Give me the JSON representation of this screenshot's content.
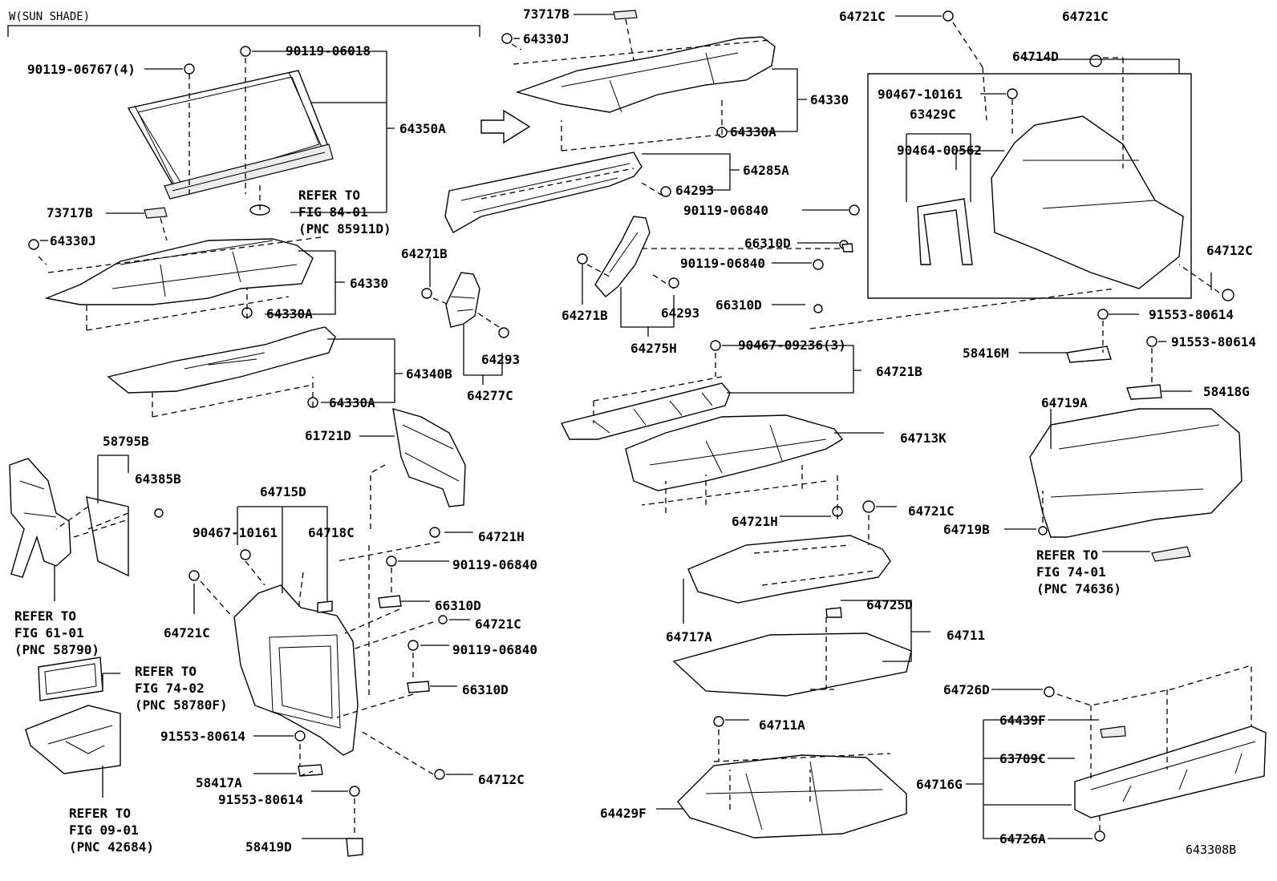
{
  "section_label": "W(SUN SHADE)",
  "figure_code": "643308B",
  "callouts": {
    "c_90119_06767": "90119-06767(4)",
    "c_90119_06018": "90119-06018",
    "c_64350A": "64350A",
    "c_refer_84": "REFER TO",
    "c_fig_84": "FIG 84-01",
    "c_pnc_85911D": "(PNC 85911D)",
    "c_73717B_l": "73717B",
    "c_64330J_l": "64330J",
    "c_64330_l": "64330",
    "c_64330A_l1": "64330A",
    "c_64340B": "64340B",
    "c_64330A_l2": "64330A",
    "c_58795B": "58795B",
    "c_64385B": "64385B",
    "c_refer_61": "REFER TO",
    "c_fig_61": "FIG 61-01",
    "c_pnc_58790": "(PNC 58790)",
    "c_refer_74_02": "REFER TO",
    "c_fig_74_02": "FIG 74-02",
    "c_pnc_58780F": "(PNC 58780F)",
    "c_refer_09": "REFER TO",
    "c_fig_09": "FIG 09-01",
    "c_pnc_42684": "(PNC 42684)",
    "c_73717B_t": "73717B",
    "c_64330J_t": "64330J",
    "c_64330_t": "64330",
    "c_64330A_t": "64330A",
    "c_64285A": "64285A",
    "c_64293_a": "64293",
    "c_64271B_a": "64271B",
    "c_64293_b": "64293",
    "c_64277C": "64277C",
    "c_61721D": "61721D",
    "c_64715D": "64715D",
    "c_90467_10161_a": "90467-10161",
    "c_64718C": "64718C",
    "c_64721C_a": "64721C",
    "c_64721H_a": "64721H",
    "c_90119_06840_a": "90119-06840",
    "c_66310D_a": "66310D",
    "c_64721C_b": "64721C",
    "c_90119_06840_b": "90119-06840",
    "c_66310D_b": "66310D",
    "c_91553_80614_a": "91553-80614",
    "c_58417A": "58417A",
    "c_64712C_a": "64712C",
    "c_91553_80614_b": "91553-80614",
    "c_58419D": "58419D",
    "c_90119_06840_c": "90119-06840",
    "c_66310D_c": "66310D",
    "c_90119_06840_d": "90119-06840",
    "c_64271B_b": "64271B",
    "c_64293_c": "64293",
    "c_66310D_d": "66310D",
    "c_64275H": "64275H",
    "c_90467_09236": "90467-09236(3)",
    "c_64721B": "64721B",
    "c_64713K": "64713K",
    "c_64721H_b": "64721H",
    "c_64721C_c": "64721C",
    "c_64717A": "64717A",
    "c_64725D": "64725D",
    "c_64711": "64711",
    "c_64711A": "64711A",
    "c_64429F": "64429F",
    "c_64721C_d": "64721C",
    "c_64721C_e": "64721C",
    "c_64714D": "64714D",
    "c_90467_10161_b": "90467-10161",
    "c_63429C": "63429C",
    "c_90464_00562": "90464-00562",
    "c_64712C_b": "64712C",
    "c_91553_80614_c": "91553-80614",
    "c_58416M": "58416M",
    "c_91553_80614_d": "91553-80614",
    "c_58418G": "58418G",
    "c_64719A": "64719A",
    "c_64719B": "64719B",
    "c_refer_74_01": "REFER TO",
    "c_fig_74_01": "FIG 74-01",
    "c_pnc_74636": "(PNC 74636)",
    "c_64726D": "64726D",
    "c_64439F": "64439F",
    "c_63709C": "63709C",
    "c_64716G": "64716G",
    "c_64726A": "64726A"
  }
}
